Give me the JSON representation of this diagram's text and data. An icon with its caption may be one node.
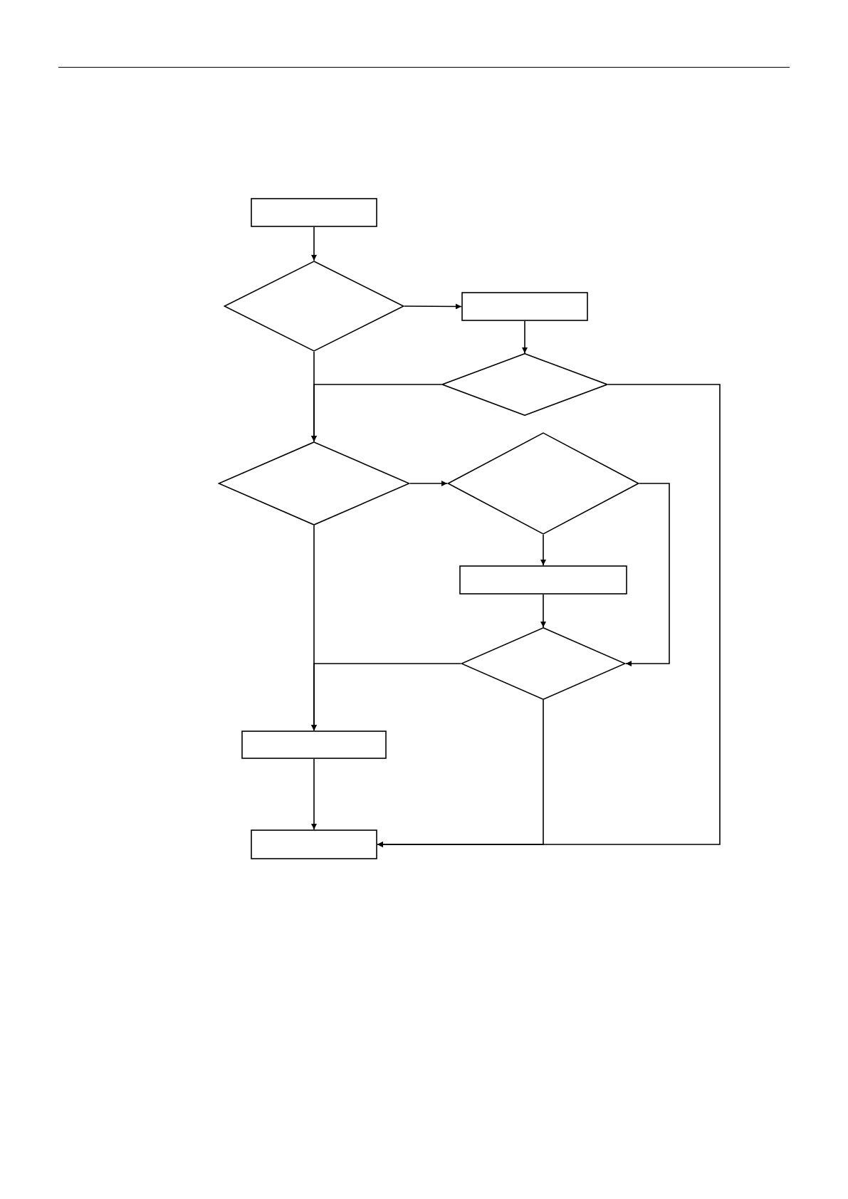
{
  "diagram": {
    "nodes": [
      {
        "text": [],
        "shape": "box"
      },
      {
        "text": [],
        "shape": "diamond"
      },
      {
        "text": [],
        "shape": "box"
      },
      {
        "text": [],
        "shape": "diamond"
      },
      {
        "text": [],
        "shape": "diamond"
      },
      {
        "text": [],
        "shape": "diamond"
      },
      {
        "text": [],
        "shape": "box"
      },
      {
        "text": [],
        "shape": "diamond"
      },
      {
        "text": [],
        "shape": "box"
      },
      {
        "text": [],
        "shape": "box"
      }
    ],
    "edges": [
      {
        "from": 0,
        "to": 1,
        "arrow": "to"
      },
      {
        "from": 1,
        "to": 2,
        "arrow": "to"
      },
      {
        "from": 2,
        "to": 3,
        "arrow": "to"
      },
      {
        "from": 3,
        "to": 4,
        "arrow": "to"
      },
      {
        "from": 1,
        "to": 4,
        "arrow": "to"
      },
      {
        "from": 3,
        "to": 9,
        "arrow": "to"
      },
      {
        "from": 4,
        "to": 5,
        "arrow": "to"
      },
      {
        "from": 5,
        "to": 6,
        "arrow": "to"
      },
      {
        "from": 5,
        "to": 7,
        "arrow": "to"
      },
      {
        "from": 6,
        "to": 7,
        "arrow": "to"
      },
      {
        "from": 7,
        "to": 8,
        "arrow": "to"
      },
      {
        "from": 4,
        "to": 8,
        "arrow": "to"
      },
      {
        "from": 8,
        "to": 9,
        "arrow": "to"
      },
      {
        "from": 7,
        "to": 9,
        "arrow": "to"
      }
    ]
  }
}
